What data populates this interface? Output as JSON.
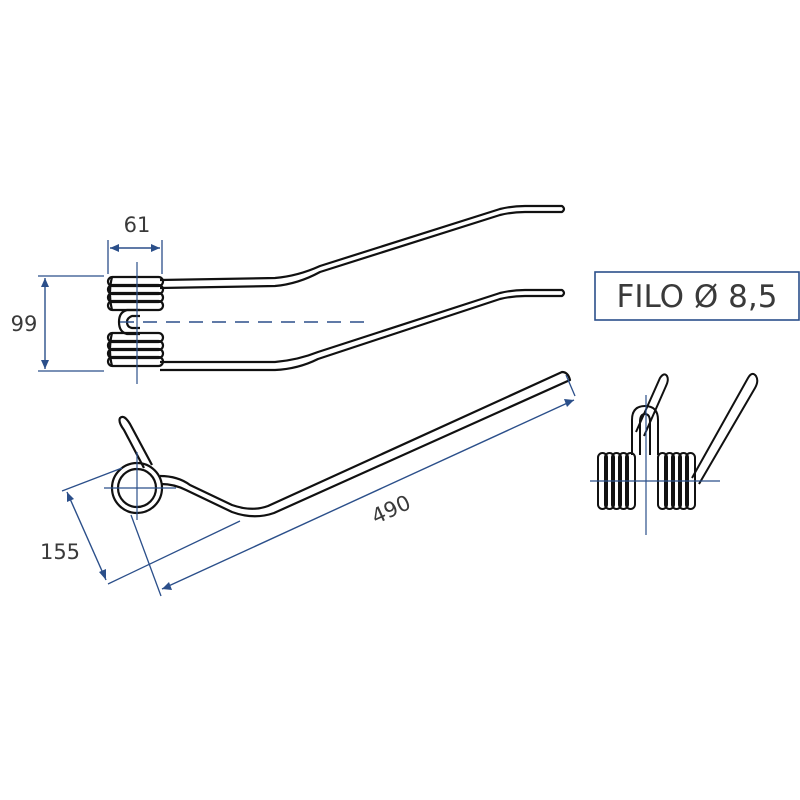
{
  "colors": {
    "wire": "#111111",
    "dimension": "#2b4f8a",
    "text": "#3a3a3a",
    "box_border": "#2b4f8a"
  },
  "wire_label": "FILO Ø 8,5",
  "dimensions": {
    "coil_width": "61",
    "coil_height": "99",
    "tine_length": "490",
    "coil_offset": "155"
  }
}
